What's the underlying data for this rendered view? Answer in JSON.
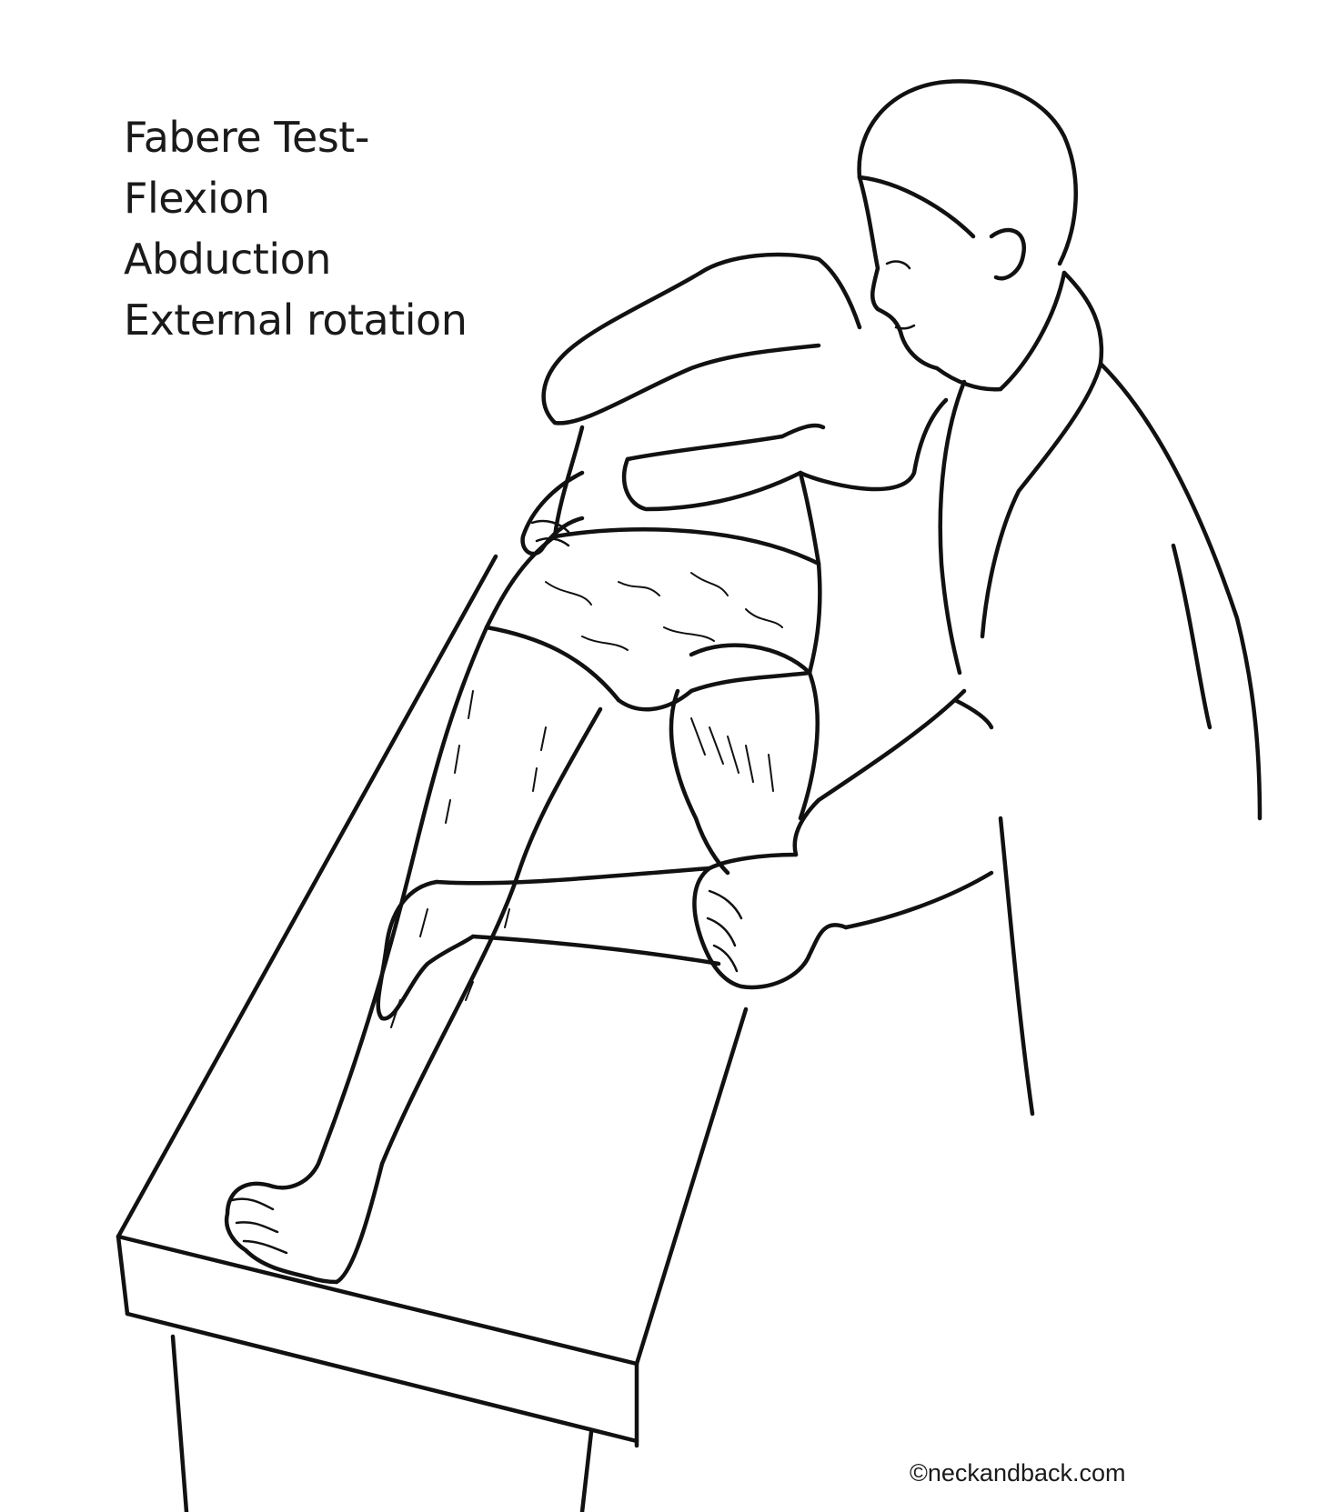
{
  "caption": {
    "line1": "Fabere Test-",
    "line2": "Flexion",
    "line3": "Abduction",
    "line4": "External rotation"
  },
  "credit": "©neckandback.com",
  "illustration": {
    "icon": "fabere-test-illustration-icon",
    "color": "#111111",
    "background": "#ffffff"
  }
}
